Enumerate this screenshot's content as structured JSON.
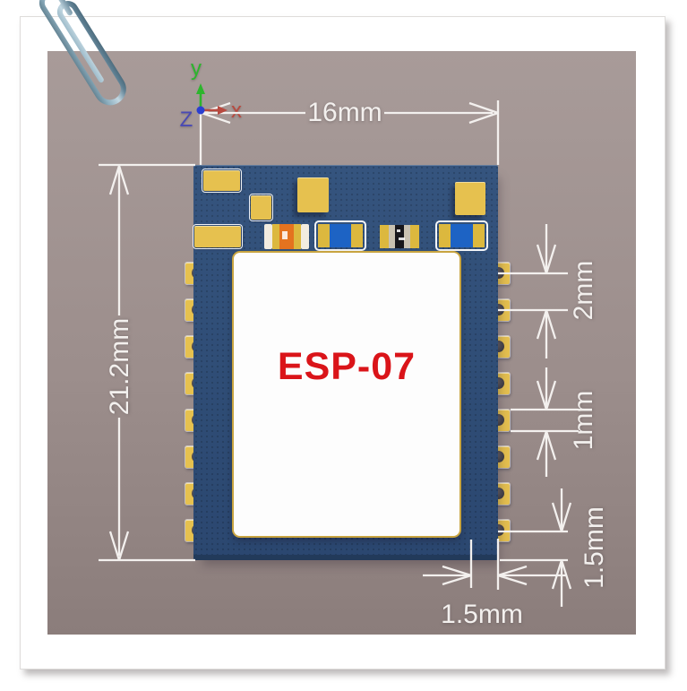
{
  "photo": {
    "frame_color": "#ffffff",
    "backdrop_top_color": "#a89b99",
    "backdrop_bottom_color": "#8b7d7b"
  },
  "module": {
    "label": "ESP-07",
    "label_color": "#da1419",
    "pcb_color": "#2f4d76",
    "pcb_edge_color": "#223a5a",
    "pad_color": "#e6c14f",
    "hole_color": "#3d3c43",
    "shield_color": "#fdfdfd",
    "shield_border_color": "#c8a440",
    "pins_per_side": 8
  },
  "axis_triad": {
    "x_label": "x",
    "y_label": "y",
    "z_label": "Z",
    "x_color": "#b8493f",
    "y_color": "#2db52d",
    "z_color": "#4a4ab4"
  },
  "dimensions": {
    "board_width": {
      "label": "16mm"
    },
    "board_height": {
      "label": "21.2mm"
    },
    "pin_pitch": {
      "label": "2mm"
    },
    "pad_width": {
      "label": "1mm"
    },
    "pin_to_edge": {
      "label": "1.5mm"
    },
    "hole_pitch": {
      "label": "1.5mm"
    }
  },
  "annotation_color": "#f3f0ee"
}
